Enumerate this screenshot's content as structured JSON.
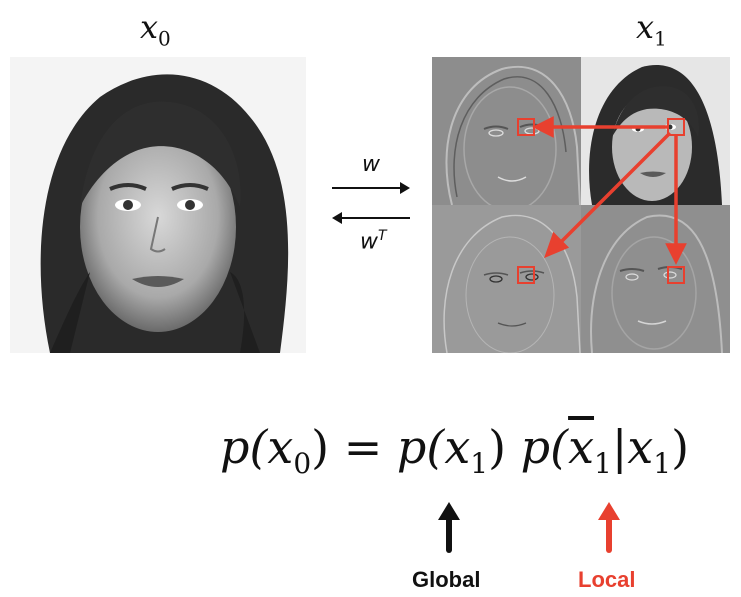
{
  "labels": {
    "x0": "x",
    "x0_sub": "0",
    "x1": "x",
    "x1_sub": "1"
  },
  "operators": {
    "forward": "w",
    "backward": "w",
    "backward_sup": "T"
  },
  "equation": {
    "lhs": "p(x",
    "lhs_sub": "0",
    "lhs_close": ")",
    "eq": " = ",
    "term1": "p(x",
    "term1_sub": "1",
    "term1_close": ")",
    "term2_open": " p(",
    "term2_bar": "x",
    "term2_bar_sub": "1",
    "term2_mid": "|x",
    "term2_mid_sub": "1",
    "term2_close": ")"
  },
  "captions": {
    "global": "Global",
    "local": "Local"
  },
  "colors": {
    "local_accent": "#e8402f",
    "global_accent": "#111111"
  }
}
